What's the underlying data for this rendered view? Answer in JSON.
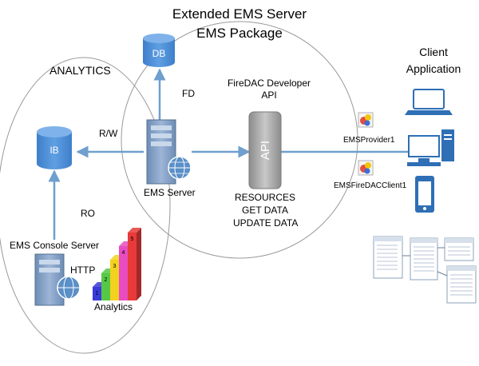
{
  "package": {
    "title_line1": "Extended EMS Server",
    "title_line2": "EMS Package"
  },
  "analytics_region": {
    "title": "ANALYTICS"
  },
  "client": {
    "title_line1": "Client",
    "title_line2": "Application"
  },
  "nodes": {
    "db": "DB",
    "ib": "IB",
    "ems_server": "EMS Server",
    "console_server": "EMS Console Server",
    "api": "API",
    "provider": "EMSProvider1",
    "fd_client": "EMSFireDACClient1"
  },
  "labels": {
    "firedac_line1": "FireDAC Developer",
    "firedac_line2": "API",
    "fd": "FD",
    "rw": "R/W",
    "ro": "RO",
    "http": "HTTP",
    "analytics_chart": "Analytics",
    "resources": "RESOURCES",
    "get_data": "GET DATA",
    "update_data": "UPDATE DATA"
  },
  "bar_chart": {
    "bar_labels": [
      "1",
      "2",
      "3",
      "4",
      "5"
    ],
    "values": [
      1,
      2,
      3,
      4,
      5
    ],
    "colors": [
      "#3a3ad8",
      "#56c846",
      "#f2d21e",
      "#e84cc0",
      "#e83a3a"
    ]
  },
  "colors": {
    "arrow": "#6f9fce",
    "cylinder": "#4f8fd6",
    "ellipse": "#9a9a9a"
  }
}
